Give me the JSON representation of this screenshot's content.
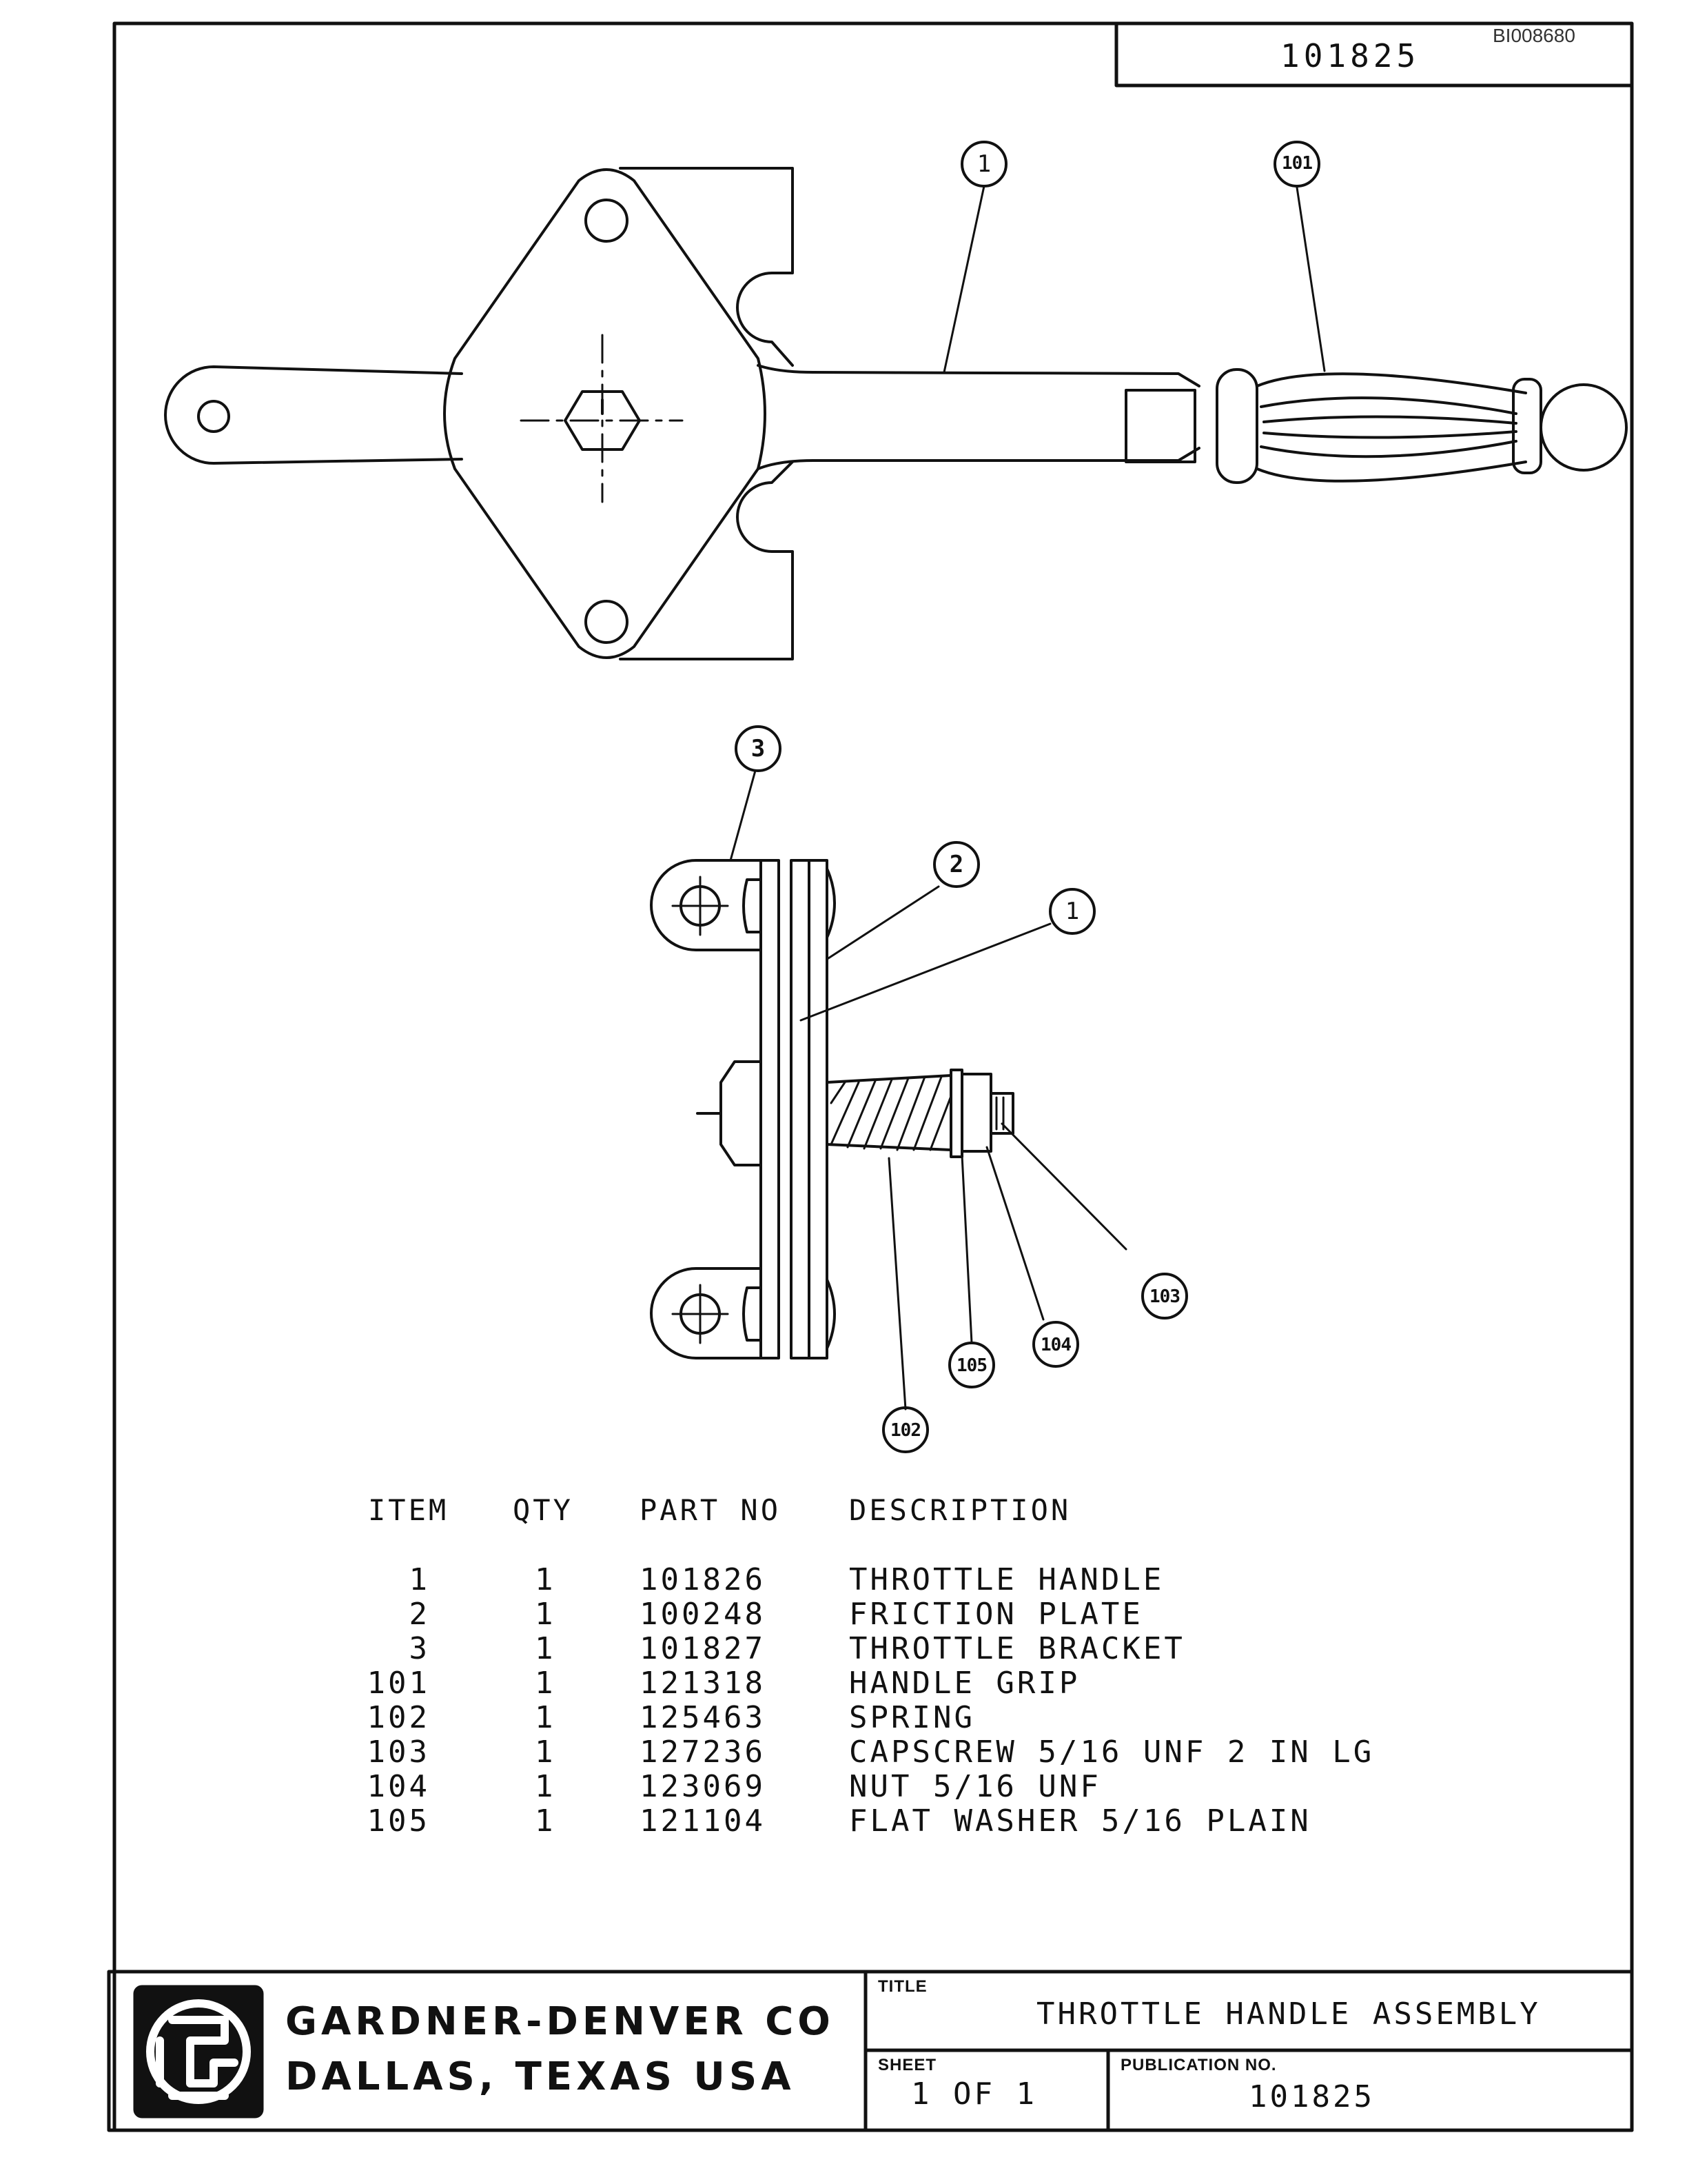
{
  "doc_code": "BI008680",
  "drawing_number": "101825",
  "callouts": {
    "c1_top": "1",
    "c101": "101",
    "c3": "3",
    "c2": "2",
    "c1_side": "1",
    "c103": "103",
    "c104": "104",
    "c105": "105",
    "c102": "102"
  },
  "parts_table": {
    "headers": {
      "item": "ITEM",
      "qty": "QTY",
      "part_no": "PART NO",
      "description": "DESCRIPTION"
    },
    "rows": [
      {
        "item": "1",
        "qty": "1",
        "part_no": "101826",
        "description": "THROTTLE HANDLE"
      },
      {
        "item": "2",
        "qty": "1",
        "part_no": "100248",
        "description": "FRICTION PLATE"
      },
      {
        "item": "3",
        "qty": "1",
        "part_no": "101827",
        "description": "THROTTLE BRACKET"
      },
      {
        "item": "101",
        "qty": "1",
        "part_no": "121318",
        "description": "HANDLE GRIP"
      },
      {
        "item": "102",
        "qty": "1",
        "part_no": "125463",
        "description": "SPRING"
      },
      {
        "item": "103",
        "qty": "1",
        "part_no": "127236",
        "description": "CAPSCREW 5/16 UNF 2 IN LG"
      },
      {
        "item": "104",
        "qty": "1",
        "part_no": "123069",
        "description": "NUT 5/16 UNF"
      },
      {
        "item": "105",
        "qty": "1",
        "part_no": "121104",
        "description": "FLAT WASHER 5/16 PLAIN"
      }
    ]
  },
  "title_block": {
    "company": "GARDNER-DENVER CO",
    "location": "DALLAS, TEXAS USA",
    "title_label": "TITLE",
    "title": "THROTTLE HANDLE ASSEMBLY",
    "sheet_label": "SHEET",
    "sheet": "1 OF 1",
    "publication_label": "PUBLICATION NO.",
    "publication_no": "101825"
  }
}
